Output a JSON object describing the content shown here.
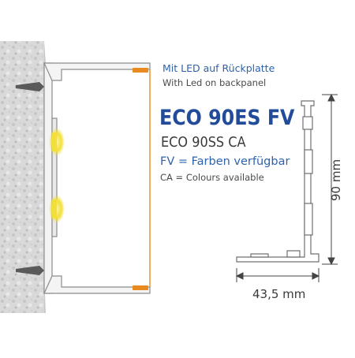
{
  "texts": {
    "led_de": "Mit LED auf Rückplatte",
    "led_en": "With Led on backpanel",
    "model_primary": "ECO 90ES  FV",
    "model_secondary": "ECO 90SS CA",
    "fv_note": "FV = Farben verfügbar",
    "ca_note": "CA = Colours available",
    "dim_height": "90 mm",
    "dim_width": "43,5 mm"
  },
  "colors": {
    "text_blue": "#2d63ac",
    "title_blue": "#224b9a",
    "text_dark": "#3a3a3a",
    "led_strip": "#e88a1f",
    "led_glow": "#f3df3a",
    "wall": "#d6d6d6",
    "profile_stroke": "#8c8c8c"
  }
}
